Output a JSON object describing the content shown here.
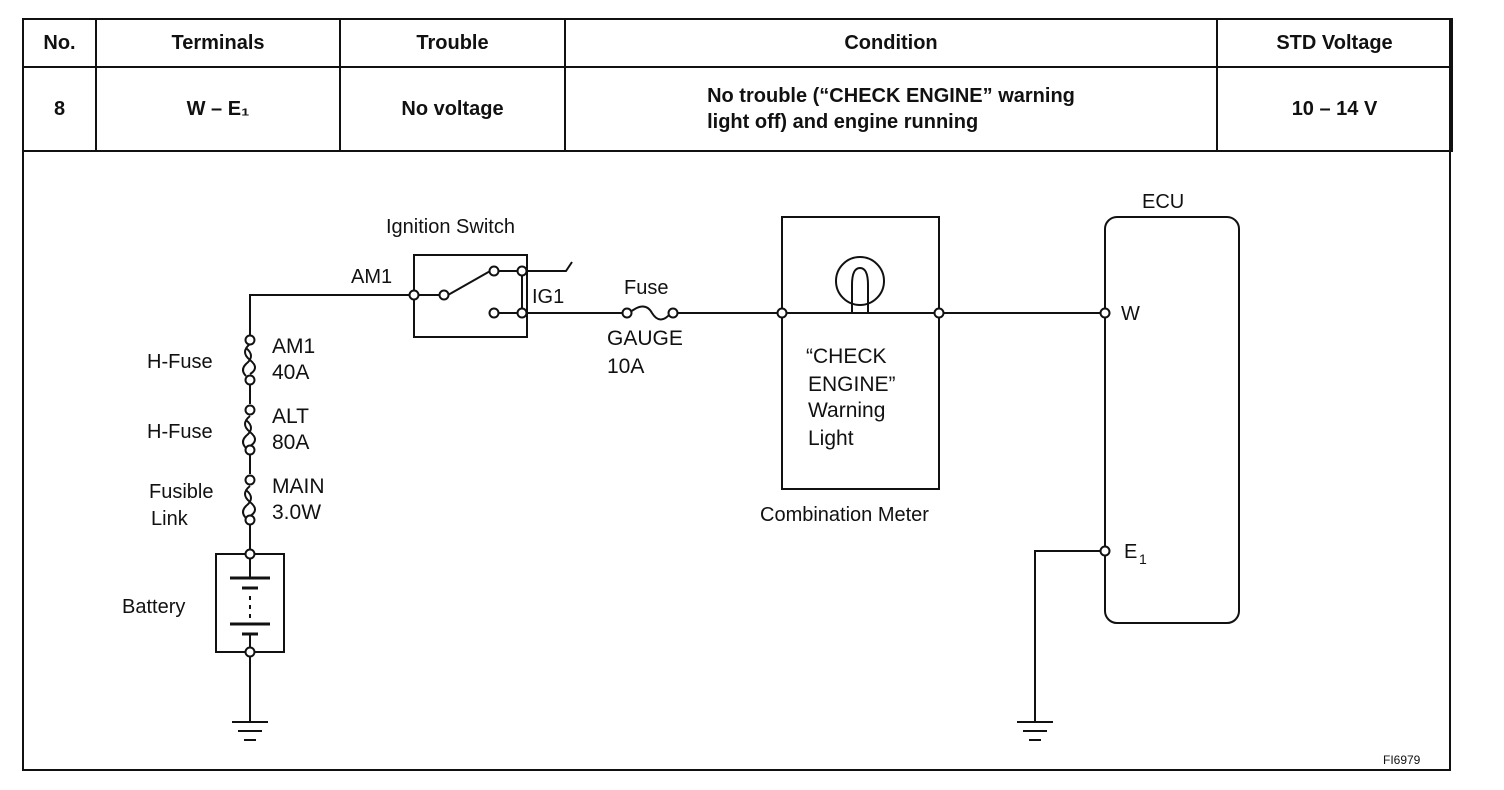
{
  "table": {
    "headers": {
      "no": "No.",
      "terminals": "Terminals",
      "trouble": "Trouble",
      "condition": "Condition",
      "std_voltage": "STD Voltage"
    },
    "row": {
      "no": "8",
      "terminals": "W  –  E₁",
      "trouble": "No voltage",
      "condition_line1": "No trouble (“CHECK ENGINE” warning",
      "condition_line2": "light off) and engine running",
      "std_voltage": "10 – 14 V"
    }
  },
  "diagram": {
    "ignition_switch_label": "Ignition Switch",
    "am1_terminal": "AM1",
    "ig1_terminal": "IG1",
    "fuse_label": "Fuse",
    "fuse_name": "GAUGE",
    "fuse_rating": "10A",
    "hfuse1_label": "H-Fuse",
    "hfuse1_name": "AM1",
    "hfuse1_rating": "40A",
    "hfuse2_label": "H-Fuse",
    "hfuse2_name": "ALT",
    "hfuse2_rating": "80A",
    "fusible_label1": "Fusible",
    "fusible_label2": "Link",
    "fusible_name": "MAIN",
    "fusible_rating": "3.0W",
    "battery_label": "Battery",
    "lamp_line1": "“CHECK",
    "lamp_line2": "ENGINE”",
    "lamp_line3": "Warning",
    "lamp_line4": "Light",
    "combination_meter_label": "Combination Meter",
    "ecu_label": "ECU",
    "ecu_w": "W",
    "ecu_e": "E",
    "ecu_e_sub": "1",
    "figure_code": "FI6979"
  }
}
